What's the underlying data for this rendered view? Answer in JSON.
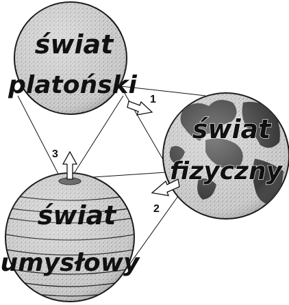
{
  "globes": {
    "platonic": {
      "line1": "świat",
      "line2": "platoński"
    },
    "physical": {
      "line1": "świat",
      "line2": "fizyczny"
    },
    "mental": {
      "line1": "świat",
      "line2": "umysłowy"
    }
  },
  "arrows": {
    "a1": "1",
    "a2": "2",
    "a3": "3"
  },
  "colors": {
    "ink": "#111111",
    "globe_fill": "#c9c9c9",
    "land_fill": "#3a3a3a"
  }
}
